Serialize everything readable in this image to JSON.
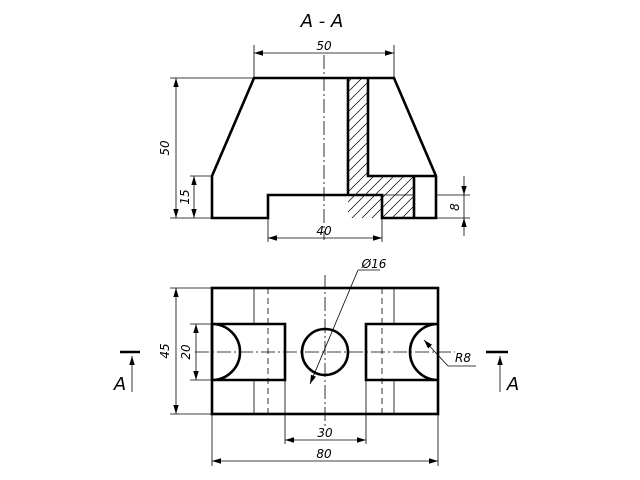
{
  "section_title": "A - A",
  "front_view": {
    "dim_top_width": "50",
    "dim_height": "50",
    "dim_step_height": "15",
    "dim_slot_depth": "8",
    "dim_slot_width": "40"
  },
  "top_view": {
    "dim_hole_diameter": "Ø16",
    "dim_depth": "45",
    "dim_slot_width": "20",
    "dim_radius": "R8",
    "dim_center_distance": "30",
    "dim_length": "80",
    "section_mark_left": "A",
    "section_mark_right": "A"
  }
}
